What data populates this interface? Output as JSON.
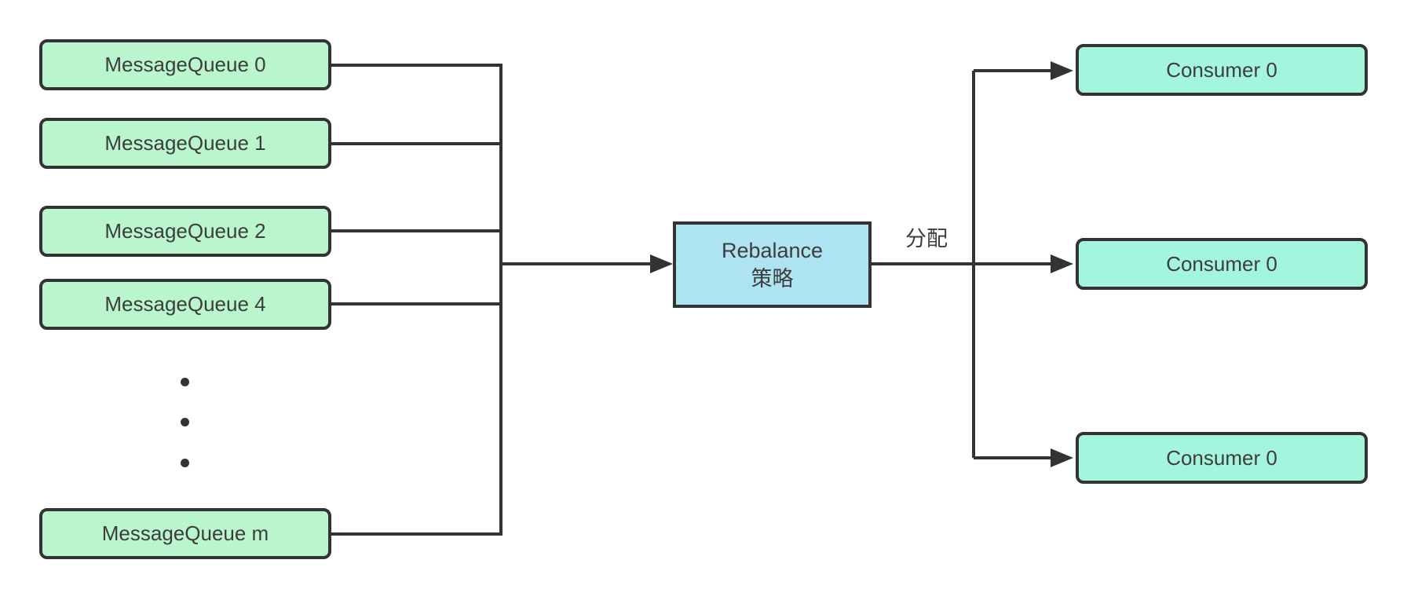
{
  "diagram": {
    "left_column": {
      "items": [
        {
          "label": "MessageQueue 0"
        },
        {
          "label": "MessageQueue 1"
        },
        {
          "label": "MessageQueue 2"
        },
        {
          "label": "MessageQueue 4"
        },
        {
          "label": "MessageQueue m"
        }
      ],
      "ellipsis_dots": 3
    },
    "center": {
      "line1": "Rebalance",
      "line2": "策略"
    },
    "edge_label": "分配",
    "right_column": {
      "items": [
        {
          "label": "Consumer 0"
        },
        {
          "label": "Consumer 0"
        },
        {
          "label": "Consumer 0"
        }
      ]
    },
    "colors": {
      "queue_fill": "#b9f6ce",
      "consumer_fill": "#a4f5dd",
      "rebalance_fill": "#aee4f2",
      "line": "#333333",
      "text": "#3d3d3d",
      "background": "#ffffff"
    }
  }
}
